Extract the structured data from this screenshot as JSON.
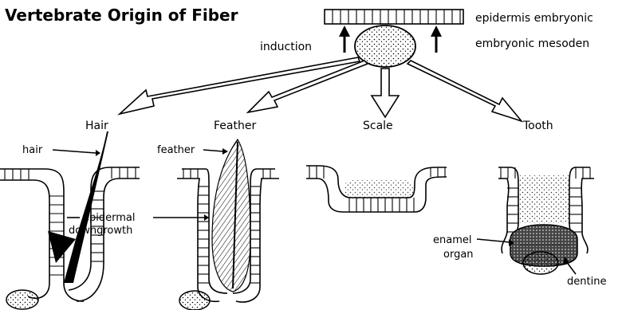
{
  "title": "Vertebrate Origin of Fiber",
  "top": {
    "epidermis_label": "epidermis embryonic",
    "mesoden_label": "embryonic mesoden",
    "induction_label": "induction"
  },
  "categories": [
    {
      "heading": "Hair"
    },
    {
      "heading": "Feather"
    },
    {
      "heading": "Scale"
    },
    {
      "heading": "Tooth"
    }
  ],
  "callouts": {
    "hair": "hair",
    "feather": "feather",
    "epidermal_1": "epidermal",
    "epidermal_2": "downgrowth",
    "enamel_1": "enamel",
    "enamel_2": "organ",
    "dentine": "dentine"
  }
}
